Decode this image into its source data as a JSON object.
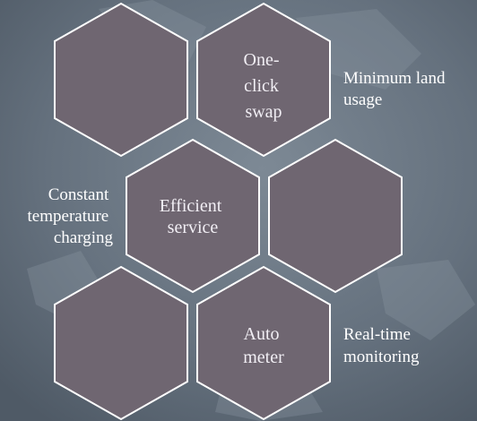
{
  "colors": {
    "background": "#5f6b78",
    "hex_fill": "#6f6671",
    "hex_stroke": "#ffffff",
    "text": "#ffffff"
  },
  "hexagons": [
    {
      "id": "top-left",
      "lines": []
    },
    {
      "id": "top-right",
      "lines": [
        "One-",
        "click",
        "swap"
      ]
    },
    {
      "id": "middle-left",
      "lines": [
        "Efficient",
        "service"
      ]
    },
    {
      "id": "middle-right",
      "lines": []
    },
    {
      "id": "bottom-left",
      "lines": []
    },
    {
      "id": "bottom-right",
      "lines": [
        "Auto",
        "meter"
      ]
    }
  ],
  "side_labels": {
    "minimum_land_usage": [
      "Minimum land",
      "usage"
    ],
    "constant_temperature_charging": [
      "Constant",
      "temperature",
      "charging"
    ],
    "real_time_monitoring": [
      "Real-time",
      "monitoring"
    ]
  }
}
